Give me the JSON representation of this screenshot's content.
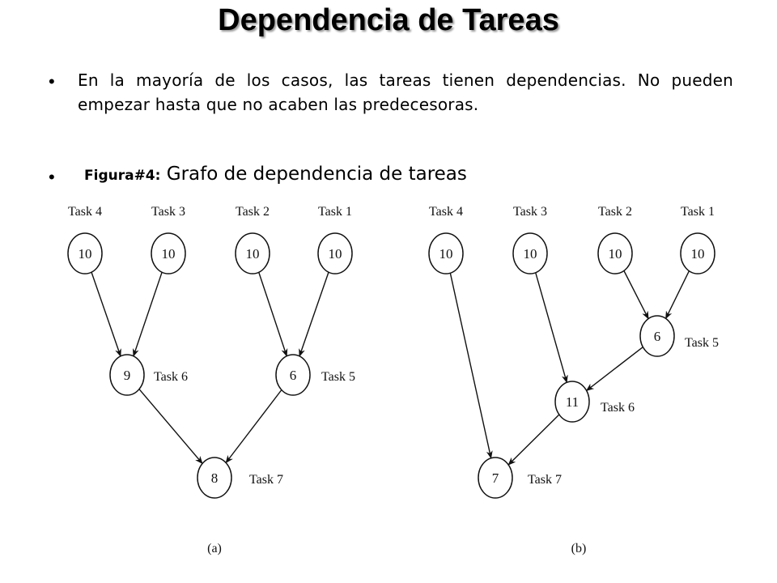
{
  "slide": {
    "title": "Dependencia de Tareas",
    "bullets": [
      "En la mayoría de los casos, las tareas tienen dependencias. No pueden empezar hasta que no acaben las predecesoras."
    ],
    "figure_label": "Figura#4:",
    "figure_text": " Grafo de dependencia de tareas"
  },
  "graphs": [
    {
      "caption": "(a)",
      "nodes": [
        {
          "id": "t4",
          "value": "10",
          "label": "Task 4"
        },
        {
          "id": "t3",
          "value": "10",
          "label": "Task 3"
        },
        {
          "id": "t2",
          "value": "10",
          "label": "Task 2"
        },
        {
          "id": "t1",
          "value": "10",
          "label": "Task 1"
        },
        {
          "id": "t6",
          "value": "9",
          "label": "Task 6"
        },
        {
          "id": "t5",
          "value": "6",
          "label": "Task 5"
        },
        {
          "id": "t7",
          "value": "8",
          "label": "Task 7"
        }
      ],
      "edges": [
        [
          "t4",
          "t6"
        ],
        [
          "t3",
          "t6"
        ],
        [
          "t2",
          "t5"
        ],
        [
          "t1",
          "t5"
        ],
        [
          "t6",
          "t7"
        ],
        [
          "t5",
          "t7"
        ]
      ]
    },
    {
      "caption": "(b)",
      "nodes": [
        {
          "id": "t4",
          "value": "10",
          "label": "Task 4"
        },
        {
          "id": "t3",
          "value": "10",
          "label": "Task 3"
        },
        {
          "id": "t2",
          "value": "10",
          "label": "Task 2"
        },
        {
          "id": "t1",
          "value": "10",
          "label": "Task 1"
        },
        {
          "id": "t5",
          "value": "6",
          "label": "Task 5"
        },
        {
          "id": "t6",
          "value": "11",
          "label": "Task 6"
        },
        {
          "id": "t7",
          "value": "7",
          "label": "Task 7"
        }
      ],
      "edges": [
        [
          "t2",
          "t5"
        ],
        [
          "t1",
          "t5"
        ],
        [
          "t3",
          "t6"
        ],
        [
          "t5",
          "t6"
        ],
        [
          "t4",
          "t7"
        ],
        [
          "t6",
          "t7"
        ]
      ]
    }
  ]
}
